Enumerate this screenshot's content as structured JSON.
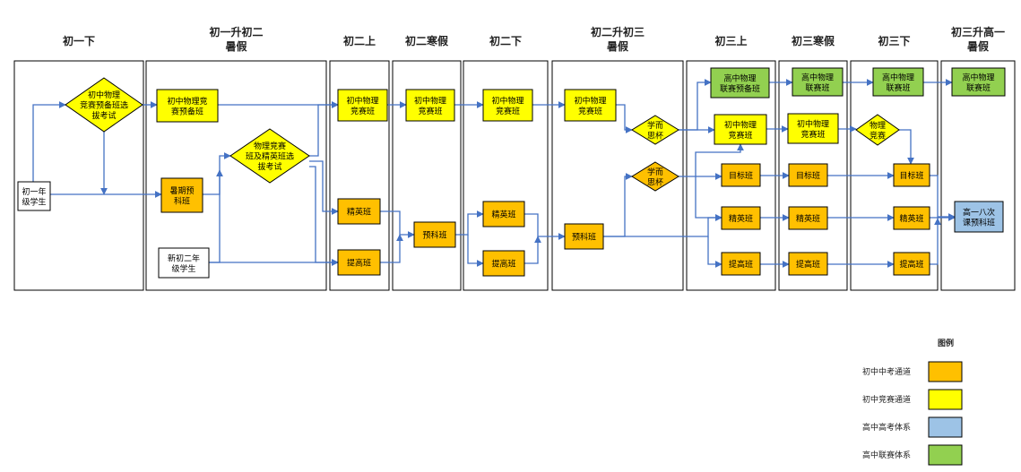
{
  "colors": {
    "zhongkao": "#ffc000",
    "jingsai": "#ffff00",
    "gaokao": "#9dc3e6",
    "liansai": "#92d050",
    "node_white": "#ffffff",
    "line": "#4472c4",
    "border": "#000000"
  },
  "columns": [
    {
      "id": "c1",
      "title": [
        "初一下"
      ]
    },
    {
      "id": "c2",
      "title": [
        "初一升初二",
        "暑假"
      ]
    },
    {
      "id": "c3",
      "title": [
        "初二上"
      ]
    },
    {
      "id": "c4",
      "title": [
        "初二寒假"
      ]
    },
    {
      "id": "c5",
      "title": [
        "初二下"
      ]
    },
    {
      "id": "c6",
      "title": [
        "初二升初三",
        "暑假"
      ]
    },
    {
      "id": "c7",
      "title": [
        "初三上"
      ]
    },
    {
      "id": "c8",
      "title": [
        "初三寒假"
      ]
    },
    {
      "id": "c9",
      "title": [
        "初三下"
      ]
    },
    {
      "id": "c10",
      "title": [
        "初三升高一",
        "暑假"
      ]
    }
  ],
  "nodes": [
    {
      "id": "n_start",
      "lines": [
        "初一年",
        "级学生"
      ],
      "color": "node_white"
    },
    {
      "id": "n_d1",
      "lines": [
        "初中物理",
        "竞赛预备班选",
        "拔考试"
      ],
      "color": "jingsai",
      "shape": "diamond"
    },
    {
      "id": "n_c2_pre",
      "lines": [
        "初中物理竞",
        "赛预备班"
      ],
      "color": "jingsai"
    },
    {
      "id": "n_c2_summer",
      "lines": [
        "暑期预",
        "科班"
      ],
      "color": "zhongkao"
    },
    {
      "id": "n_d2",
      "lines": [
        "物理竞赛",
        "班及精英班选",
        "拔考试"
      ],
      "color": "jingsai",
      "shape": "diamond"
    },
    {
      "id": "n_new",
      "lines": [
        "新初二年",
        "级学生"
      ],
      "color": "node_white"
    },
    {
      "id": "n_c3_comp",
      "lines": [
        "初中物理",
        "竞赛班"
      ],
      "color": "jingsai"
    },
    {
      "id": "n_c3_elite",
      "lines": [
        "精英班"
      ],
      "color": "zhongkao"
    },
    {
      "id": "n_c3_adv",
      "lines": [
        "提高班"
      ],
      "color": "zhongkao"
    },
    {
      "id": "n_c4_comp",
      "lines": [
        "初中物理",
        "竞赛班"
      ],
      "color": "jingsai"
    },
    {
      "id": "n_c4_prep",
      "lines": [
        "预科班"
      ],
      "color": "zhongkao"
    },
    {
      "id": "n_c5_comp",
      "lines": [
        "初中物理",
        "竞赛班"
      ],
      "color": "jingsai"
    },
    {
      "id": "n_c5_elite",
      "lines": [
        "精英班"
      ],
      "color": "zhongkao"
    },
    {
      "id": "n_c5_adv",
      "lines": [
        "提高班"
      ],
      "color": "zhongkao"
    },
    {
      "id": "n_c6_comp",
      "lines": [
        "初中物理",
        "竞赛班"
      ],
      "color": "jingsai"
    },
    {
      "id": "n_c6_prep",
      "lines": [
        "预科班"
      ],
      "color": "zhongkao"
    },
    {
      "id": "n_d3",
      "lines": [
        "学而",
        "思杯"
      ],
      "color": "jingsai",
      "shape": "diamond"
    },
    {
      "id": "n_d4",
      "lines": [
        "学而",
        "思杯"
      ],
      "color": "zhongkao",
      "shape": "diamond"
    },
    {
      "id": "n_c7_hs",
      "lines": [
        "高中物理",
        "联赛预备班"
      ],
      "color": "liansai"
    },
    {
      "id": "n_c7_comp",
      "lines": [
        "初中物理",
        "竞赛班"
      ],
      "color": "jingsai"
    },
    {
      "id": "n_c7_target",
      "lines": [
        "目标班"
      ],
      "color": "zhongkao"
    },
    {
      "id": "n_c7_elite",
      "lines": [
        "精英班"
      ],
      "color": "zhongkao"
    },
    {
      "id": "n_c7_adv",
      "lines": [
        "提高班"
      ],
      "color": "zhongkao"
    },
    {
      "id": "n_c8_hs",
      "lines": [
        "高中物理",
        "联赛班"
      ],
      "color": "liansai"
    },
    {
      "id": "n_c8_comp",
      "lines": [
        "初中物理",
        "竞赛班"
      ],
      "color": "jingsai"
    },
    {
      "id": "n_c8_target",
      "lines": [
        "目标班"
      ],
      "color": "zhongkao"
    },
    {
      "id": "n_c8_elite",
      "lines": [
        "精英班"
      ],
      "color": "zhongkao"
    },
    {
      "id": "n_c8_adv",
      "lines": [
        "提高班"
      ],
      "color": "zhongkao"
    },
    {
      "id": "n_c9_hs",
      "lines": [
        "高中物理",
        "联赛班"
      ],
      "color": "liansai"
    },
    {
      "id": "n_d5",
      "lines": [
        "物理",
        "竞赛"
      ],
      "color": "jingsai",
      "shape": "diamond"
    },
    {
      "id": "n_c9_target",
      "lines": [
        "目标班"
      ],
      "color": "zhongkao"
    },
    {
      "id": "n_c9_elite",
      "lines": [
        "精英班"
      ],
      "color": "zhongkao"
    },
    {
      "id": "n_c9_adv",
      "lines": [
        "提高班"
      ],
      "color": "zhongkao"
    },
    {
      "id": "n_c10_hs",
      "lines": [
        "高中物理",
        "联赛班"
      ],
      "color": "liansai"
    },
    {
      "id": "n_c10_g1",
      "lines": [
        "高一八次",
        "课预科班"
      ],
      "color": "gaokao"
    }
  ],
  "legend": {
    "title": "图例",
    "items": [
      {
        "label": "初中中考通道",
        "color": "zhongkao"
      },
      {
        "label": "初中竞赛通道",
        "color": "jingsai"
      },
      {
        "label": "高中高考体系",
        "color": "gaokao"
      },
      {
        "label": "高中联赛体系",
        "color": "liansai"
      }
    ]
  }
}
